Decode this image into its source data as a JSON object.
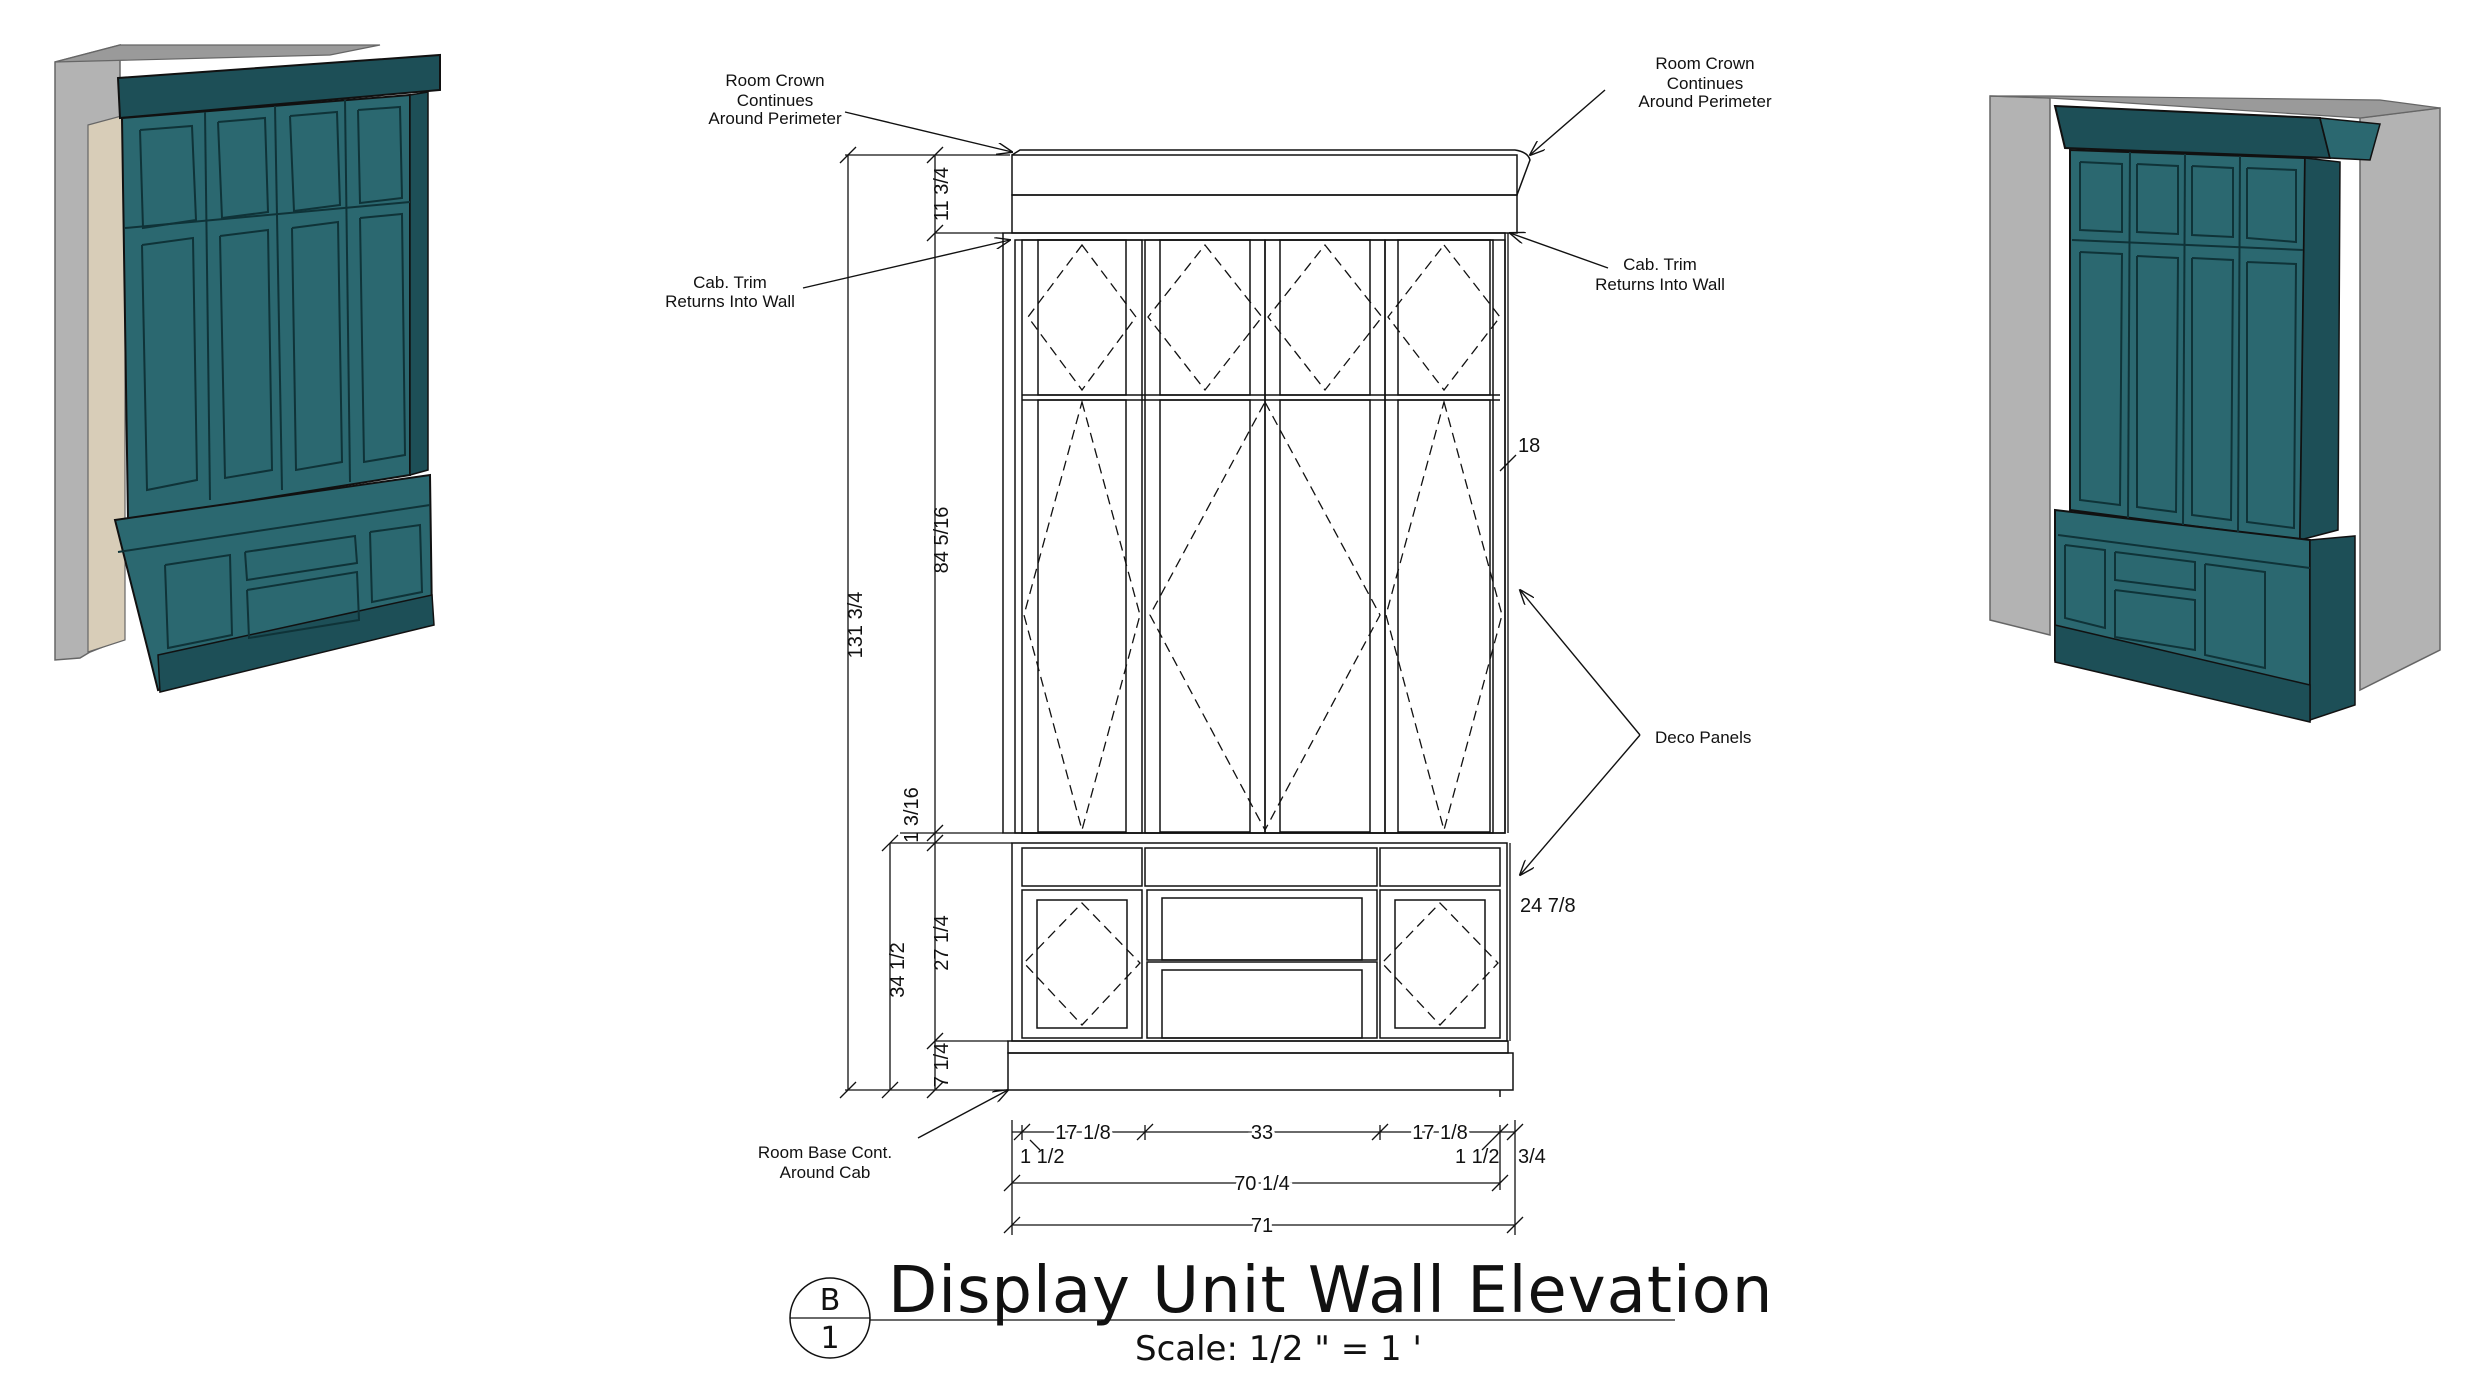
{
  "labels": {
    "crown_left": [
      "Room Crown",
      "Continues",
      "Around Perimeter"
    ],
    "crown_right": [
      "Room Crown",
      "Continues",
      "Around Perimeter"
    ],
    "trim_left": [
      "Cab. Trim",
      "Returns Into Wall"
    ],
    "trim_right": [
      "Cab. Trim",
      "Returns Into Wall"
    ],
    "deco": "Deco Panels",
    "base": [
      "Room Base Cont.",
      "Around Cab"
    ]
  },
  "dims": {
    "overall_height": "131 3/4",
    "top_crown": "11 3/4",
    "upper_height": "84 5/16",
    "transition": "1 3/16",
    "lower_total": "34 1/2",
    "lower_cab": "27 1/4",
    "base_height": "7 1/4",
    "depth_upper": "18",
    "depth_lower": "24 7/8",
    "w_left": "17 1/8",
    "w_center": "33",
    "w_right": "17 1/8",
    "stile_left": "1 1/2",
    "stile_right": "1 1/2",
    "reveal": "3/4",
    "inner_width": "70 1/4",
    "overall_width": "71"
  },
  "title_block": {
    "tag_letter": "B",
    "tag_number": "1",
    "title": "Display Unit Wall Elevation",
    "scale": "Scale: 1/2 \" = 1 '"
  },
  "colors": {
    "cabinet": "#2b6870",
    "cabinet_dark": "#1d4f57",
    "wall": "#b3b3b3",
    "wall_dark": "#8e8e8e",
    "line": "#111111"
  }
}
